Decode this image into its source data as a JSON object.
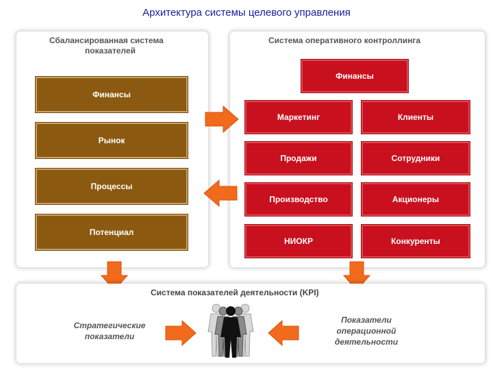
{
  "title": "Архитектура системы целевого управления",
  "bsc": {
    "title_line1": "Сбалансированная система",
    "title_line2": "показателей",
    "items": [
      "Финансы",
      "Рынок",
      "Процессы",
      "Потенциал"
    ]
  },
  "controlling": {
    "title": "Система оперативного контроллинга",
    "top": "Финансы",
    "left": [
      "Маркетинг",
      "Продажи",
      "Производство",
      "НИОКР"
    ],
    "right": [
      "Клиенты",
      "Сотрудники",
      "Акционеры",
      "Конкуренты"
    ]
  },
  "kpi": {
    "title": "Система показателей деятельности (KPI)",
    "left_line1": "Стратегические",
    "left_line2": "показатели",
    "right_line1": "Показатели",
    "right_line2": "операционной",
    "right_line3": "деятельности"
  },
  "colors": {
    "bsc_box": "#8b5a10",
    "controlling_box": "#c8101e",
    "arrow": "#f26a1b",
    "title": "#1a1aa0"
  },
  "icons": {
    "people": "people-group-icon",
    "arrow": "orange-arrow-icon"
  }
}
